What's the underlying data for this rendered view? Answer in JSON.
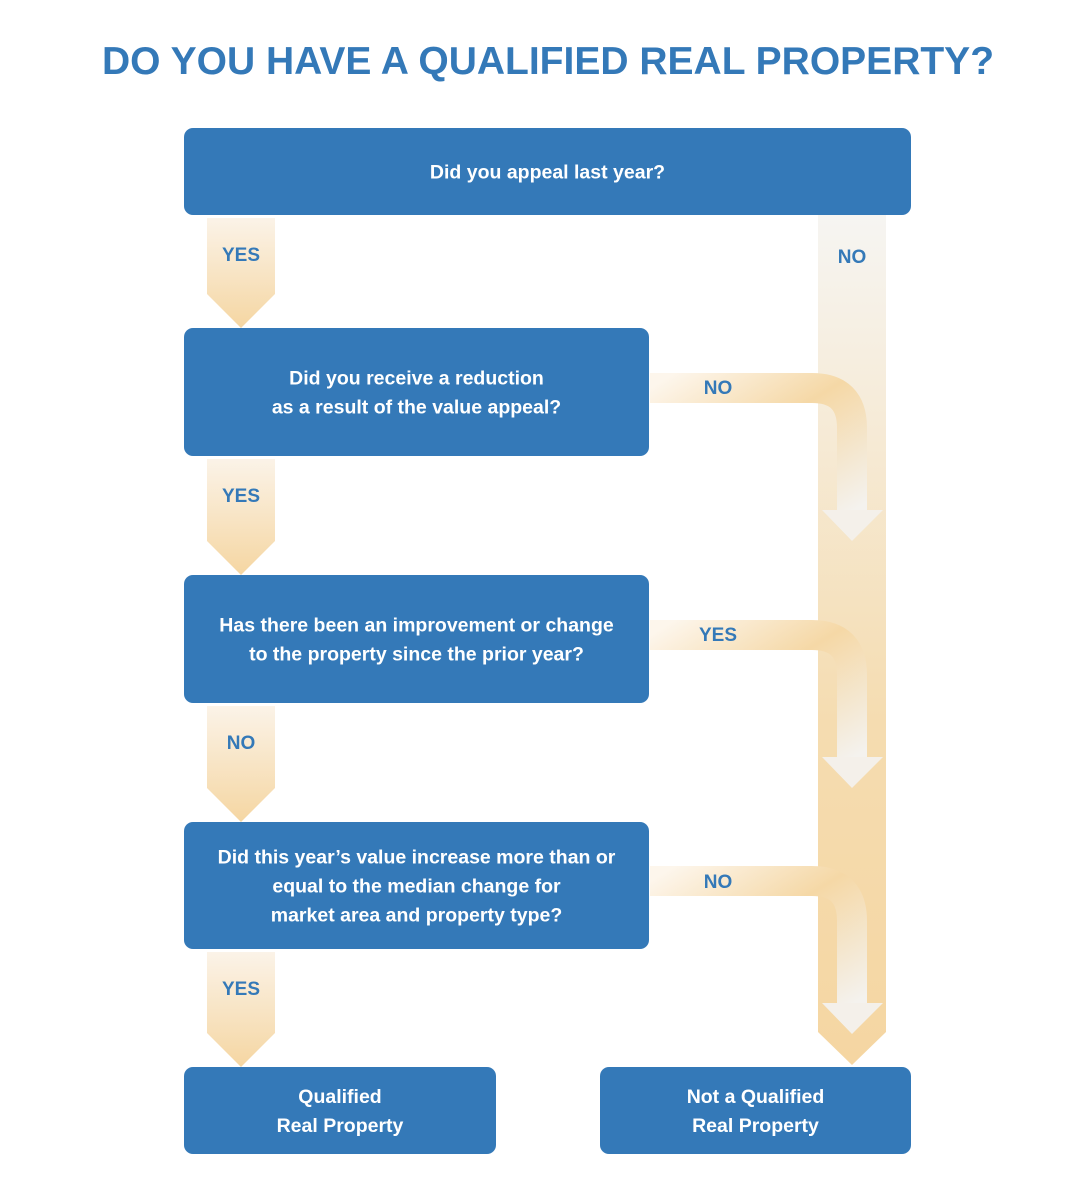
{
  "title": "DO YOU HAVE A QUALIFIED REAL PROPERTY?",
  "colors": {
    "box": "#3479b8",
    "arrow": "#f5d8a6",
    "text": "#3479b8"
  },
  "nodes": [
    {
      "lines": [
        "Did you appeal last year?"
      ]
    },
    {
      "lines": [
        "Did you receive a reduction",
        "as a result of the value  appeal?"
      ]
    },
    {
      "lines": [
        "Has there been an improvement or change",
        "to the property since the prior year?"
      ]
    },
    {
      "lines": [
        "Did this year’s value increase more than or",
        "equal to the median change for",
        "market area and property type?"
      ]
    },
    {
      "lines": [
        "Qualified",
        "Real Property"
      ]
    },
    {
      "lines": [
        "Not a Qualified",
        "Real Property"
      ]
    }
  ],
  "edges": [
    {
      "label": "YES"
    },
    {
      "label": "NO"
    },
    {
      "label": "YES"
    },
    {
      "label": "NO"
    },
    {
      "label": "NO"
    },
    {
      "label": "YES"
    },
    {
      "label": "YES"
    },
    {
      "label": "NO"
    }
  ]
}
